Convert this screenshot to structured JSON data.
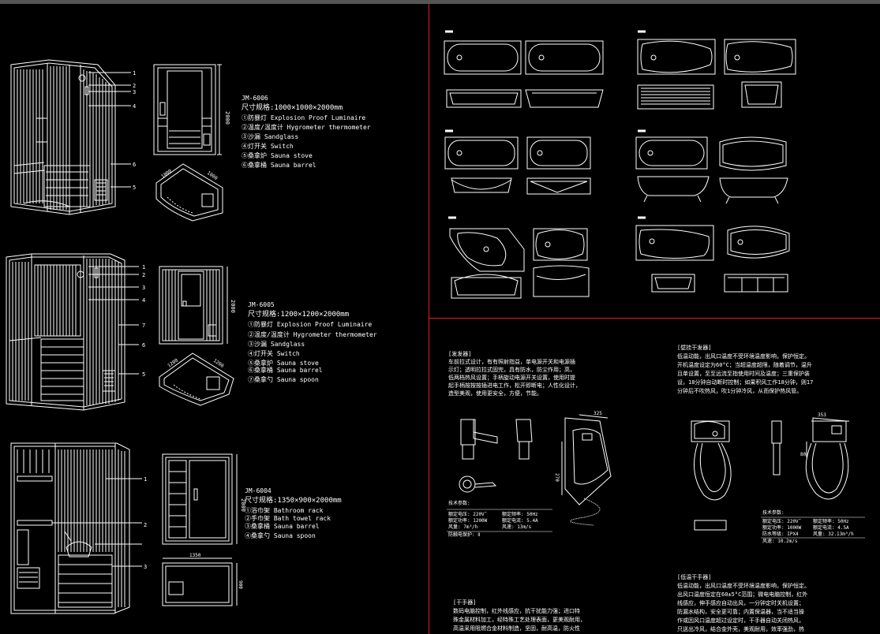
{
  "colors": {
    "background": "#000000",
    "linework": "#ffffff",
    "divider": "#dd2222",
    "toolbar": "#555555"
  },
  "saunas": [
    {
      "model": "JM-6006",
      "spec": "尺寸规格:1000×1000×2000mm",
      "items": [
        "①防暴灯 Explosion Proof Luminaire",
        "②温度/温度计 Hygrometer thermometer",
        "③沙漏 Sandglass",
        "④灯开关 Switch",
        "⑤桑拿炉 Sauna stove",
        "⑥桑拿桶 Sauna barrel"
      ],
      "callouts": [
        "1",
        "2",
        "3",
        "4",
        "6",
        "5"
      ],
      "dims": [
        "2000",
        "1000",
        "1000"
      ]
    },
    {
      "model": "JM-6005",
      "spec": "尺寸规格:1200×1200×2000mm",
      "items": [
        "①防暴灯 Explosion Proof Luminaire",
        "②温度/温度计 Hygrometer thermometer",
        "③沙漏 Sandglass",
        "④灯开关 Switch",
        "⑤桑拿炉 Sauna stove",
        "⑥桑拿桶 Sauna barrel",
        "⑦桑拿勺 Sauna spoon"
      ],
      "callouts": [
        "1",
        "2",
        "3",
        "4",
        "7",
        "6",
        "5"
      ],
      "dims": [
        "2000",
        "1200",
        "1200"
      ]
    },
    {
      "model": "JM-6004",
      "spec": "尺寸规格:1350×900×2000mm",
      "items": [
        "①浴巾架 Bathroom rack",
        "②手巾架 Bath towel rack",
        "③桑拿桶 Sauna barrel",
        "④桑拿勺 Sauna spoon"
      ],
      "callouts": [
        "1",
        "2",
        "3"
      ],
      "dims": [
        "2000",
        "1350",
        "900"
      ]
    }
  ],
  "dryers": {
    "panel1_title": "[发发器]",
    "panel1_text": [
      "车前拉式设计，有有照射指益，单电源开关和电源插",
      "示灯；透明拉拉式固完，具有防水，防尘作用；高，",
      "低两档热风设置；手柄旋动电源开关设置，使用时提",
      "起手柄按按按插进电工作，松开即断电；人性化设计，",
      "造型美观，使用更安全，方便，节能。"
    ],
    "panel1_dims": [
      "325",
      "270"
    ],
    "panel1_tech_title": "技术参数:",
    "panel1_tech": [
      "额定电压: 220V˜",
      "额定频率: 50Hz",
      "额定功率: 1200W",
      "额定电流: 5.4A",
      "风量: 7m³/h",
      "风速: 13m/s",
      "防触电保护: Ⅱ"
    ],
    "panel2_title": "[壁挂干发器]",
    "panel2_text": [
      "低温动能，出风口温度不受环境温度影响，保护恒定。",
      "开机温度设定为60°C；当超温度超限，随着调节，温升",
      "且单设置，至至远流至指使用时间及温度；三重保护装",
      "设，18分钟自动断时控制；如果积风工作18分钟，则17",
      "分钟后不吹热风，吹1分钟冷风，从而保护热风管。"
    ],
    "panel2_dims": [
      "353",
      "80"
    ],
    "panel2_tech_title": "技术参数:",
    "panel2_tech": [
      "额定电压: 220V˜",
      "额定频率: 50Hz",
      "额定功率: 1000W",
      "额定电流: 4.5A",
      "防水等级: IPX4",
      "风量: 32.13m³/h",
      "风速: 10.2m/s"
    ],
    "panel3_title": "[干手器]",
    "panel3_text": [
      "数码电脑控制，红外线感应，抗干扰能力强；进口特",
      "殊金属材料加工，经特殊工艺处理表面，更美观耐用，",
      "高温采用阻燃合金材料制造，坚固，耐高温，防火性"
    ],
    "panel4_title": "[低温干手器]",
    "panel4_text": [
      "低温动能，出风口温度不受环境温度影响，保护恒定。",
      "出风口温度恒定在60±5°C范围；微电电脑控制，红外",
      "线感应，伸手感应自动出风，一分钟定时关机设置；",
      "防漏水结构，安全更可靠；内置保温器，当不适当操",
      "作或因风口温度超过设定时，干手器自动关闭热风，",
      "只送出冷风，结合金外壳，美观耐用，效率强劲，热"
    ]
  }
}
